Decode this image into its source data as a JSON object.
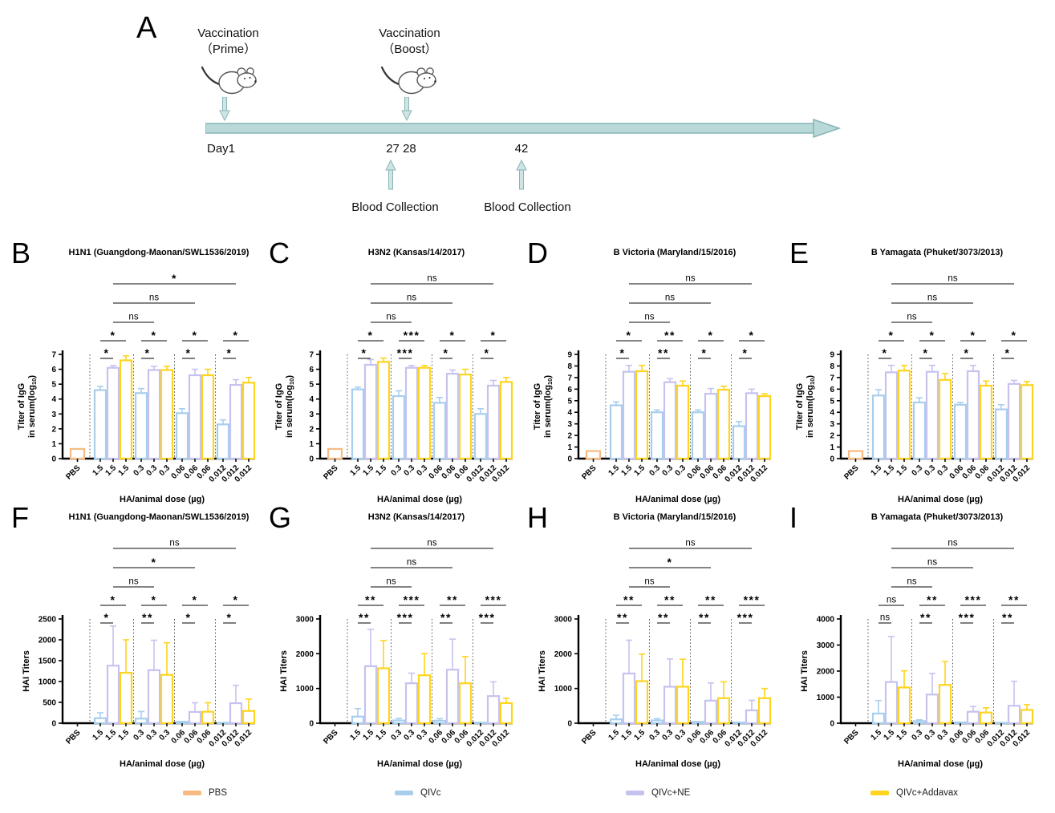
{
  "panel_a": {
    "letter": "A",
    "prime_line1": "Vaccination",
    "prime_line2": "（Prime）",
    "boost_line1": "Vaccination",
    "boost_line2": "（Boost）",
    "day_start": "Day1",
    "day_27_28": "27 28",
    "day_42": "42",
    "blood_collection_1": "Blood Collection",
    "blood_collection_2": "Blood Collection",
    "timeline_fill": "#b9d9d9",
    "timeline_stroke": "#87b5b5"
  },
  "legend": {
    "items": [
      {
        "label": "PBS",
        "color": "#f7ba81"
      },
      {
        "label": "QIVc",
        "color": "#a8ceee"
      },
      {
        "label": "QIVc+NE",
        "color": "#c6c2f0"
      },
      {
        "label": "QIVc+Addavax",
        "color": "#ffd41e"
      }
    ]
  },
  "chart_data": [
    {
      "panel": "B",
      "type": "bar",
      "title": "H1N1 (Guangdong-Maonan/SWL1536/2019)",
      "ylabel": [
        "Titer of IgG",
        "in serum(log10)"
      ],
      "xlabel": "HA/animal dose (µg)",
      "ylim": [
        0,
        7
      ],
      "ytick_step": 1,
      "x_tick_labels": [
        "PBS",
        "1.5",
        "1.5",
        "1.5",
        "0.3",
        "0.3",
        "0.3",
        "0.06",
        "0.06",
        "0.06",
        "0.012",
        "0.012",
        "0.012"
      ],
      "series_order": [
        "QIVc",
        "QIVc+NE",
        "QIVc+Addavax"
      ],
      "pbs": {
        "value": 0.65,
        "err": 0
      },
      "groups": [
        {
          "dose": "1.5",
          "values": [
            4.6,
            6.1,
            6.6
          ],
          "errors": [
            0.25,
            0.15,
            0.3
          ],
          "sig_qivc_vs_ne": "*",
          "sig_qivc_vs_addavax": "*"
        },
        {
          "dose": "0.3",
          "values": [
            4.4,
            5.95,
            5.95
          ],
          "errors": [
            0.3,
            0.25,
            0.25
          ],
          "sig_qivc_vs_ne": "*",
          "sig_qivc_vs_addavax": "*"
        },
        {
          "dose": "0.06",
          "values": [
            3.05,
            5.6,
            5.6
          ],
          "errors": [
            0.3,
            0.4,
            0.4
          ],
          "sig_qivc_vs_ne": "*",
          "sig_qivc_vs_addavax": "*"
        },
        {
          "dose": "0.012",
          "values": [
            2.3,
            4.95,
            5.1
          ],
          "errors": [
            0.3,
            0.35,
            0.35
          ],
          "sig_qivc_vs_ne": "*",
          "sig_qivc_vs_addavax": "*"
        }
      ],
      "dose_comparisons": [
        {
          "from_dose": "1.5",
          "to_dose": "0.3",
          "label": "ns"
        },
        {
          "from_dose": "1.5",
          "to_dose": "0.06",
          "label": "ns"
        },
        {
          "from_dose": "1.5",
          "to_dose": "0.012",
          "label": "*"
        }
      ]
    },
    {
      "panel": "C",
      "type": "bar",
      "title": "H3N2 (Kansas/14/2017)",
      "ylabel": [
        "Titer of IgG",
        "in serum(log10)"
      ],
      "xlabel": "HA/animal dose (µg)",
      "ylim": [
        0,
        7
      ],
      "ytick_step": 1,
      "x_tick_labels": [
        "PBS",
        "1.5",
        "1.5",
        "1.5",
        "0.3",
        "0.3",
        "0.3",
        "0.06",
        "0.06",
        "0.06",
        "0.012",
        "0.012",
        "0.012"
      ],
      "series_order": [
        "QIVc",
        "QIVc+NE",
        "QIVc+Addavax"
      ],
      "pbs": {
        "value": 0.65,
        "err": 0
      },
      "groups": [
        {
          "dose": "1.5",
          "values": [
            4.65,
            6.3,
            6.5
          ],
          "errors": [
            0.15,
            0.35,
            0.25
          ],
          "sig_qivc_vs_ne": "*",
          "sig_qivc_vs_addavax": "*"
        },
        {
          "dose": "0.3",
          "values": [
            4.2,
            6.1,
            6.1
          ],
          "errors": [
            0.35,
            0.15,
            0.15
          ],
          "sig_qivc_vs_ne": "***",
          "sig_qivc_vs_addavax": "***"
        },
        {
          "dose": "0.06",
          "values": [
            3.75,
            5.7,
            5.65
          ],
          "errors": [
            0.35,
            0.25,
            0.35
          ],
          "sig_qivc_vs_ne": "*",
          "sig_qivc_vs_addavax": "*"
        },
        {
          "dose": "0.012",
          "values": [
            3.0,
            4.9,
            5.15
          ],
          "errors": [
            0.35,
            0.35,
            0.3
          ],
          "sig_qivc_vs_ne": "*",
          "sig_qivc_vs_addavax": "*"
        }
      ],
      "dose_comparisons": [
        {
          "from_dose": "1.5",
          "to_dose": "0.3",
          "label": "ns"
        },
        {
          "from_dose": "1.5",
          "to_dose": "0.06",
          "label": "ns"
        },
        {
          "from_dose": "1.5",
          "to_dose": "0.012",
          "label": "ns"
        }
      ]
    },
    {
      "panel": "D",
      "type": "bar",
      "title": "B Victoria (Maryland/15/2016)",
      "ylabel": [
        "Titer of IgG",
        "in serum(log10)"
      ],
      "xlabel": "HA/animal dose (µg)",
      "ylim": [
        0,
        9
      ],
      "ytick_step": 1,
      "x_tick_labels": [
        "PBS",
        "1.5",
        "1.5",
        "1.5",
        "0.3",
        "0.3",
        "0.3",
        "0.06",
        "0.06",
        "0.06",
        "0.012",
        "0.012",
        "0.012"
      ],
      "series_order": [
        "QIVc",
        "QIVc+NE",
        "QIVc+Addavax"
      ],
      "pbs": {
        "value": 0.65,
        "err": 0
      },
      "groups": [
        {
          "dose": "1.5",
          "values": [
            4.6,
            7.5,
            7.55
          ],
          "errors": [
            0.3,
            0.55,
            0.5
          ],
          "sig_qivc_vs_ne": "*",
          "sig_qivc_vs_addavax": "*"
        },
        {
          "dose": "0.3",
          "values": [
            4.0,
            6.6,
            6.3
          ],
          "errors": [
            0.2,
            0.3,
            0.4
          ],
          "sig_qivc_vs_ne": "**",
          "sig_qivc_vs_addavax": "**"
        },
        {
          "dose": "0.06",
          "values": [
            4.0,
            5.6,
            5.95
          ],
          "errors": [
            0.2,
            0.45,
            0.3
          ],
          "sig_qivc_vs_ne": "*",
          "sig_qivc_vs_addavax": "*"
        },
        {
          "dose": "0.012",
          "values": [
            2.8,
            5.65,
            5.4
          ],
          "errors": [
            0.4,
            0.35,
            0.2
          ],
          "sig_qivc_vs_ne": "*",
          "sig_qivc_vs_addavax": "*"
        }
      ],
      "dose_comparisons": [
        {
          "from_dose": "1.5",
          "to_dose": "0.3",
          "label": "ns"
        },
        {
          "from_dose": "1.5",
          "to_dose": "0.06",
          "label": "ns"
        },
        {
          "from_dose": "1.5",
          "to_dose": "0.012",
          "label": "ns"
        }
      ]
    },
    {
      "panel": "E",
      "type": "bar",
      "title": "B Yamagata (Phuket/3073/2013)",
      "ylabel": [
        "Titer of IgG",
        "in serum(log10)"
      ],
      "xlabel": "HA/animal dose (µg)",
      "ylim": [
        0,
        9
      ],
      "ytick_step": 1,
      "x_tick_labels": [
        "PBS",
        "1.5",
        "1.5",
        "1.5",
        "0.3",
        "0.3",
        "0.3",
        "0.06",
        "0.06",
        "0.06",
        "0.012",
        "0.012",
        "0.012"
      ],
      "series_order": [
        "QIVc",
        "QIVc+NE",
        "QIVc+Addavax"
      ],
      "pbs": {
        "value": 0.65,
        "err": 0
      },
      "groups": [
        {
          "dose": "1.5",
          "values": [
            5.45,
            7.45,
            7.6
          ],
          "errors": [
            0.5,
            0.6,
            0.45
          ],
          "sig_qivc_vs_ne": "*",
          "sig_qivc_vs_addavax": "*"
        },
        {
          "dose": "0.3",
          "values": [
            4.85,
            7.5,
            6.8
          ],
          "errors": [
            0.4,
            0.55,
            0.55
          ],
          "sig_qivc_vs_ne": "*",
          "sig_qivc_vs_addavax": "*"
        },
        {
          "dose": "0.06",
          "values": [
            4.65,
            7.55,
            6.3
          ],
          "errors": [
            0.2,
            0.5,
            0.4
          ],
          "sig_qivc_vs_ne": "*",
          "sig_qivc_vs_addavax": "*"
        },
        {
          "dose": "0.012",
          "values": [
            4.25,
            6.45,
            6.35
          ],
          "errors": [
            0.4,
            0.3,
            0.3
          ],
          "sig_qivc_vs_ne": "*",
          "sig_qivc_vs_addavax": "*"
        }
      ],
      "dose_comparisons": [
        {
          "from_dose": "1.5",
          "to_dose": "0.3",
          "label": "ns"
        },
        {
          "from_dose": "1.5",
          "to_dose": "0.06",
          "label": "ns"
        },
        {
          "from_dose": "1.5",
          "to_dose": "0.012",
          "label": "ns"
        }
      ]
    },
    {
      "panel": "F",
      "type": "bar",
      "title": "H1N1 (Guangdong-Maonan/SWL1536/2019)",
      "ylabel": "HAI Titers",
      "xlabel": "HA/animal dose (µg)",
      "ylim": [
        0,
        2500
      ],
      "ytick_step": 500,
      "x_tick_labels": [
        "PBS",
        "1.5",
        "1.5",
        "1.5",
        "0.3",
        "0.3",
        "0.3",
        "0.06",
        "0.06",
        "0.06",
        "0.012",
        "0.012",
        "0.012"
      ],
      "series_order": [
        "QIVc",
        "QIVc+NE",
        "QIVc+Addavax"
      ],
      "pbs": {
        "value": 0,
        "err": 0
      },
      "groups": [
        {
          "dose": "1.5",
          "values": [
            120,
            1380,
            1210
          ],
          "errors": [
            130,
            950,
            790
          ],
          "sig_qivc_vs_ne": "*",
          "sig_qivc_vs_addavax": "*"
        },
        {
          "dose": "0.3",
          "values": [
            110,
            1270,
            1160
          ],
          "errors": [
            170,
            720,
            770
          ],
          "sig_qivc_vs_ne": "**",
          "sig_qivc_vs_addavax": "*"
        },
        {
          "dose": "0.06",
          "values": [
            35,
            270,
            275
          ],
          "errors": [
            0,
            220,
            215
          ],
          "sig_qivc_vs_ne": "*",
          "sig_qivc_vs_addavax": "*"
        },
        {
          "dose": "0.012",
          "values": [
            10,
            480,
            295
          ],
          "errors": [
            0,
            430,
            285
          ],
          "sig_qivc_vs_ne": "*",
          "sig_qivc_vs_addavax": "*"
        }
      ],
      "dose_comparisons": [
        {
          "from_dose": "1.5",
          "to_dose": "0.3",
          "label": "ns"
        },
        {
          "from_dose": "1.5",
          "to_dose": "0.06",
          "label": "*"
        },
        {
          "from_dose": "1.5",
          "to_dose": "0.012",
          "label": "ns"
        }
      ]
    },
    {
      "panel": "G",
      "type": "bar",
      "title": "H3N2 (Kansas/14/2017)",
      "ylabel": "HAI Titers",
      "xlabel": "HA/animal dose (µg)",
      "ylim": [
        0,
        3000
      ],
      "ytick_step": 1000,
      "x_tick_labels": [
        "PBS",
        "1.5",
        "1.5",
        "1.5",
        "0.3",
        "0.3",
        "0.3",
        "0.06",
        "0.06",
        "0.06",
        "0.012",
        "0.012",
        "0.012"
      ],
      "series_order": [
        "QIVc",
        "QIVc+NE",
        "QIVc+Addavax"
      ],
      "pbs": {
        "value": 0,
        "err": 0
      },
      "groups": [
        {
          "dose": "1.5",
          "values": [
            190,
            1640,
            1580
          ],
          "errors": [
            230,
            1060,
            800
          ],
          "sig_qivc_vs_ne": "**",
          "sig_qivc_vs_addavax": "**"
        },
        {
          "dose": "0.3",
          "values": [
            80,
            1150,
            1380
          ],
          "errors": [
            60,
            290,
            620
          ],
          "sig_qivc_vs_ne": "***",
          "sig_qivc_vs_addavax": "***"
        },
        {
          "dose": "0.06",
          "values": [
            70,
            1540,
            1150
          ],
          "errors": [
            60,
            880,
            770
          ],
          "sig_qivc_vs_ne": "**",
          "sig_qivc_vs_addavax": "**"
        },
        {
          "dose": "0.012",
          "values": [
            15,
            780,
            580
          ],
          "errors": [
            0,
            410,
            140
          ],
          "sig_qivc_vs_ne": "***",
          "sig_qivc_vs_addavax": "***"
        }
      ],
      "dose_comparisons": [
        {
          "from_dose": "1.5",
          "to_dose": "0.3",
          "label": "ns"
        },
        {
          "from_dose": "1.5",
          "to_dose": "0.06",
          "label": "ns"
        },
        {
          "from_dose": "1.5",
          "to_dose": "0.012",
          "label": "ns"
        }
      ]
    },
    {
      "panel": "H",
      "type": "bar",
      "title": "B Victoria (Maryland/15/2016)",
      "ylabel": "HAI Titers",
      "xlabel": "HA/animal dose (µg)",
      "ylim": [
        0,
        3000
      ],
      "ytick_step": 1000,
      "x_tick_labels": [
        "PBS",
        "1.5",
        "1.5",
        "1.5",
        "0.3",
        "0.3",
        "0.3",
        "0.06",
        "0.06",
        "0.06",
        "0.012",
        "0.012",
        "0.012"
      ],
      "series_order": [
        "QIVc",
        "QIVc+NE",
        "QIVc+Addavax"
      ],
      "pbs": {
        "value": 0,
        "err": 0
      },
      "groups": [
        {
          "dose": "1.5",
          "values": [
            110,
            1430,
            1210
          ],
          "errors": [
            120,
            960,
            780
          ],
          "sig_qivc_vs_ne": "**",
          "sig_qivc_vs_addavax": "**"
        },
        {
          "dose": "0.3",
          "values": [
            80,
            1050,
            1050
          ],
          "errors": [
            50,
            800,
            790
          ],
          "sig_qivc_vs_ne": "**",
          "sig_qivc_vs_addavax": "**"
        },
        {
          "dose": "0.06",
          "values": [
            40,
            650,
            720
          ],
          "errors": [
            0,
            510,
            470
          ],
          "sig_qivc_vs_ne": "**",
          "sig_qivc_vs_addavax": "**"
        },
        {
          "dose": "0.012",
          "values": [
            20,
            370,
            720
          ],
          "errors": [
            0,
            290,
            280
          ],
          "sig_qivc_vs_ne": "***",
          "sig_qivc_vs_addavax": "***"
        }
      ],
      "dose_comparisons": [
        {
          "from_dose": "1.5",
          "to_dose": "0.3",
          "label": "ns"
        },
        {
          "from_dose": "1.5",
          "to_dose": "0.06",
          "label": "*"
        },
        {
          "from_dose": "1.5",
          "to_dose": "0.012",
          "label": "ns"
        }
      ]
    },
    {
      "panel": "I",
      "type": "bar",
      "title": "B Yamagata (Phuket/3073/2013)",
      "ylabel": "HAI Titers",
      "xlabel": "HA/animal dose (µg)",
      "ylim": [
        0,
        4000
      ],
      "ytick_step": 1000,
      "x_tick_labels": [
        "PBS",
        "1.5",
        "1.5",
        "1.5",
        "0.3",
        "0.3",
        "0.3",
        "0.06",
        "0.06",
        "0.06",
        "0.012",
        "0.012",
        "0.012"
      ],
      "series_order": [
        "QIVc",
        "QIVc+NE",
        "QIVc+Addavax"
      ],
      "pbs": {
        "value": 0,
        "err": 0
      },
      "groups": [
        {
          "dose": "1.5",
          "values": [
            370,
            1580,
            1370
          ],
          "errors": [
            500,
            1750,
            640
          ],
          "sig_qivc_vs_ne": "ns",
          "sig_qivc_vs_addavax": "ns"
        },
        {
          "dose": "0.3",
          "values": [
            80,
            1100,
            1470
          ],
          "errors": [
            50,
            810,
            900
          ],
          "sig_qivc_vs_ne": "**",
          "sig_qivc_vs_addavax": "**"
        },
        {
          "dose": "0.06",
          "values": [
            30,
            440,
            410
          ],
          "errors": [
            0,
            200,
            180
          ],
          "sig_qivc_vs_ne": "***",
          "sig_qivc_vs_addavax": "***"
        },
        {
          "dose": "0.012",
          "values": [
            15,
            670,
            510
          ],
          "errors": [
            0,
            940,
            200
          ],
          "sig_qivc_vs_ne": "**",
          "sig_qivc_vs_addavax": "**"
        }
      ],
      "dose_comparisons": [
        {
          "from_dose": "1.5",
          "to_dose": "0.3",
          "label": "ns"
        },
        {
          "from_dose": "1.5",
          "to_dose": "0.06",
          "label": "ns"
        },
        {
          "from_dose": "1.5",
          "to_dose": "0.012",
          "label": "ns"
        }
      ]
    }
  ]
}
